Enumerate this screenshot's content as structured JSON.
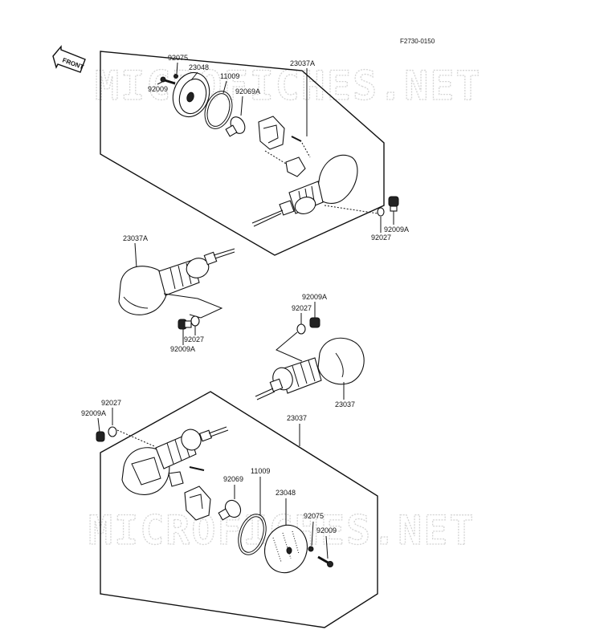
{
  "figure_code": "F2730-0150",
  "front_label": "FRONT",
  "watermark": "MICROFICHES.NET",
  "upper_assembly": {
    "labels": {
      "housing": "23037A",
      "rim": "23048",
      "screw_small": "92075",
      "screw": "92009",
      "gasket": "11009",
      "socket": "92069A",
      "washer": "92027",
      "bolt": "92009A"
    }
  },
  "left_assembly": {
    "labels": {
      "housing": "23037A",
      "washer": "92027",
      "bolt": "92009A"
    }
  },
  "right_assembly": {
    "labels": {
      "bolt": "92009A",
      "washer": "92027",
      "housing": "23037"
    }
  },
  "lower_assembly": {
    "labels": {
      "washer": "92027",
      "bolt": "92009A",
      "housing": "23037",
      "socket": "92069",
      "gasket": "11009",
      "rim": "23048",
      "screw_small": "92075",
      "screw": "92009"
    }
  }
}
